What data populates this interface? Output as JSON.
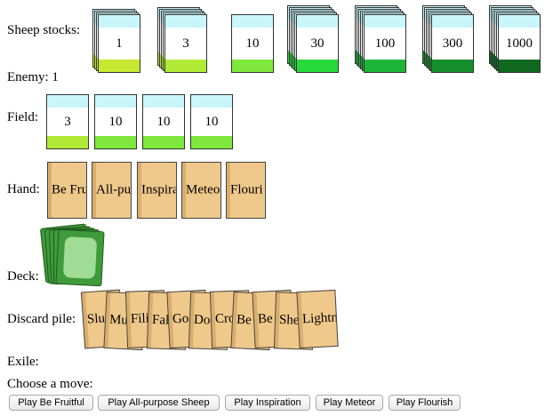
{
  "labels": {
    "sheep_stocks": "Sheep stocks:",
    "enemy": "Enemy: 1",
    "field": "Field:",
    "hand": "Hand:",
    "deck": "Deck:",
    "discard": "Discard pile:",
    "exile": "Exile:",
    "choose": "Choose a move:"
  },
  "sheep_stocks": [
    {
      "value": "1",
      "grass_color": "#c7e830"
    },
    {
      "value": "3",
      "grass_color": "#b2ea38"
    },
    {
      "value": "10",
      "grass_color": "#7fe83c"
    },
    {
      "value": "30",
      "grass_color": "#27d93a"
    },
    {
      "value": "100",
      "grass_color": "#1fb53a"
    },
    {
      "value": "300",
      "grass_color": "#158f2c"
    },
    {
      "value": "1000",
      "grass_color": "#0f6a1f"
    }
  ],
  "field": [
    {
      "value": "3",
      "grass_color": "#b2ea38"
    },
    {
      "value": "10",
      "grass_color": "#7fe83c"
    },
    {
      "value": "10",
      "grass_color": "#7fe83c"
    },
    {
      "value": "10",
      "grass_color": "#7fe83c"
    }
  ],
  "hand": [
    "Be Fru",
    "All-pu",
    "Inspira",
    "Meteo",
    "Flouri"
  ],
  "discard": [
    "Slu",
    "Mu",
    "Fili",
    "Fal",
    "Go",
    "Do",
    "Cro",
    "Be",
    "Be",
    "She",
    "Lightn"
  ],
  "moves": [
    "Play Be Fruitful",
    "Play All-purpose Sheep",
    "Play Inspiration",
    "Play Meteor",
    "Play Flourish"
  ],
  "colors": {
    "sky": "#c9f6fb",
    "card_tan": "#efc98b",
    "deck_green": "#3f9a3a",
    "deck_inner": "#9fdc96"
  }
}
